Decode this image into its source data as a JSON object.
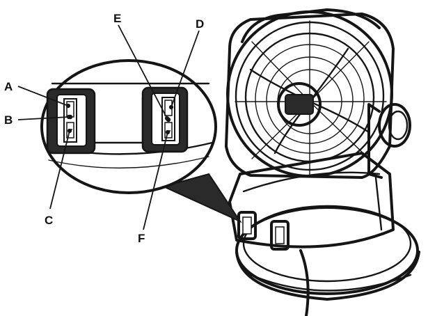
{
  "figure": {
    "description_labels": [
      "A",
      "B",
      "C",
      "D",
      "E",
      "F"
    ],
    "colors": {
      "ink": "#151515",
      "paper": "#ffffff",
      "shadow": "#2a2a2a"
    }
  },
  "callouts": {
    "a": "A",
    "b": "B",
    "c": "C",
    "d": "D",
    "e": "E",
    "f": "F"
  }
}
